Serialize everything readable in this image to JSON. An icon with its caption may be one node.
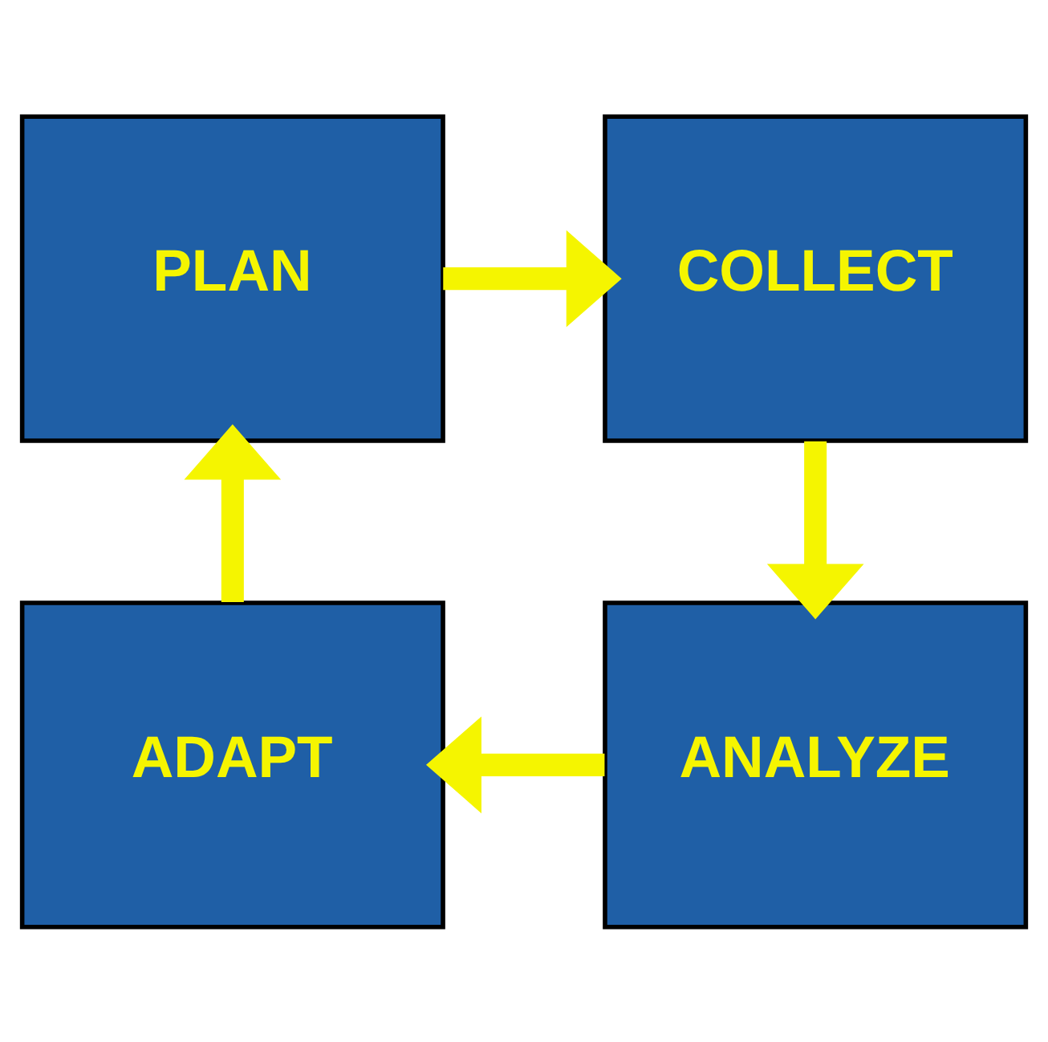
{
  "diagram": {
    "nodes": [
      {
        "text": [
          "PLAN"
        ]
      },
      {
        "text": [
          "COLLECT"
        ]
      },
      {
        "text": [
          "ADAPT"
        ]
      },
      {
        "text": [
          "ANALYZE"
        ]
      }
    ],
    "edges": [
      {
        "from": 0,
        "to": 1,
        "arrow": "to"
      },
      {
        "from": 1,
        "to": 3,
        "arrow": "to"
      },
      {
        "from": 3,
        "to": 2,
        "arrow": "to"
      },
      {
        "from": 2,
        "to": 0,
        "arrow": "to"
      }
    ]
  }
}
